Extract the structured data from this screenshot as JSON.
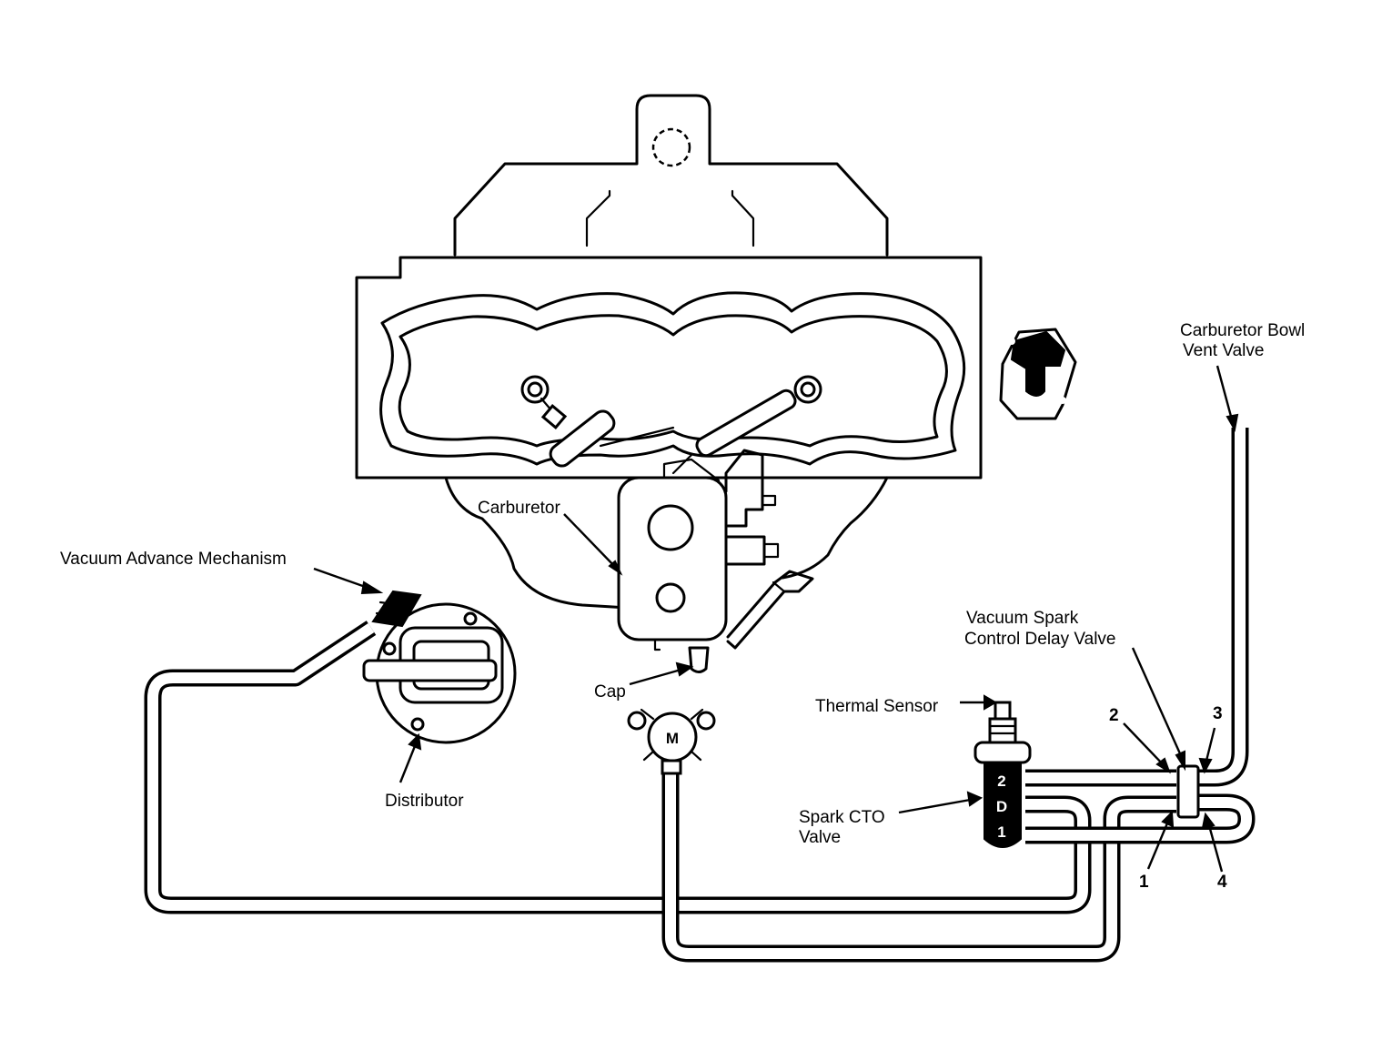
{
  "labels": {
    "carburetor_bowl_vent_valve_line1": "Carburetor Bowl",
    "carburetor_bowl_vent_valve_line2": "Vent Valve",
    "carburetor": "Carburetor",
    "vacuum_advance_mechanism": "Vacuum Advance Mechanism",
    "vacuum_spark_line1": "Vacuum Spark",
    "vacuum_spark_line2": "Control Delay Valve",
    "cap": "Cap",
    "thermal_sensor": "Thermal Sensor",
    "distributor": "Distributor",
    "spark_cto_line1": "Spark CTO",
    "spark_cto_line2": "Valve"
  },
  "markers": {
    "manifold_vacuum": "M",
    "cto_port_2": "2",
    "cto_port_d": "D",
    "cto_port_1": "1"
  },
  "port_numbers": {
    "port_1": "1",
    "port_2": "2",
    "port_3": "3",
    "port_4": "4"
  }
}
